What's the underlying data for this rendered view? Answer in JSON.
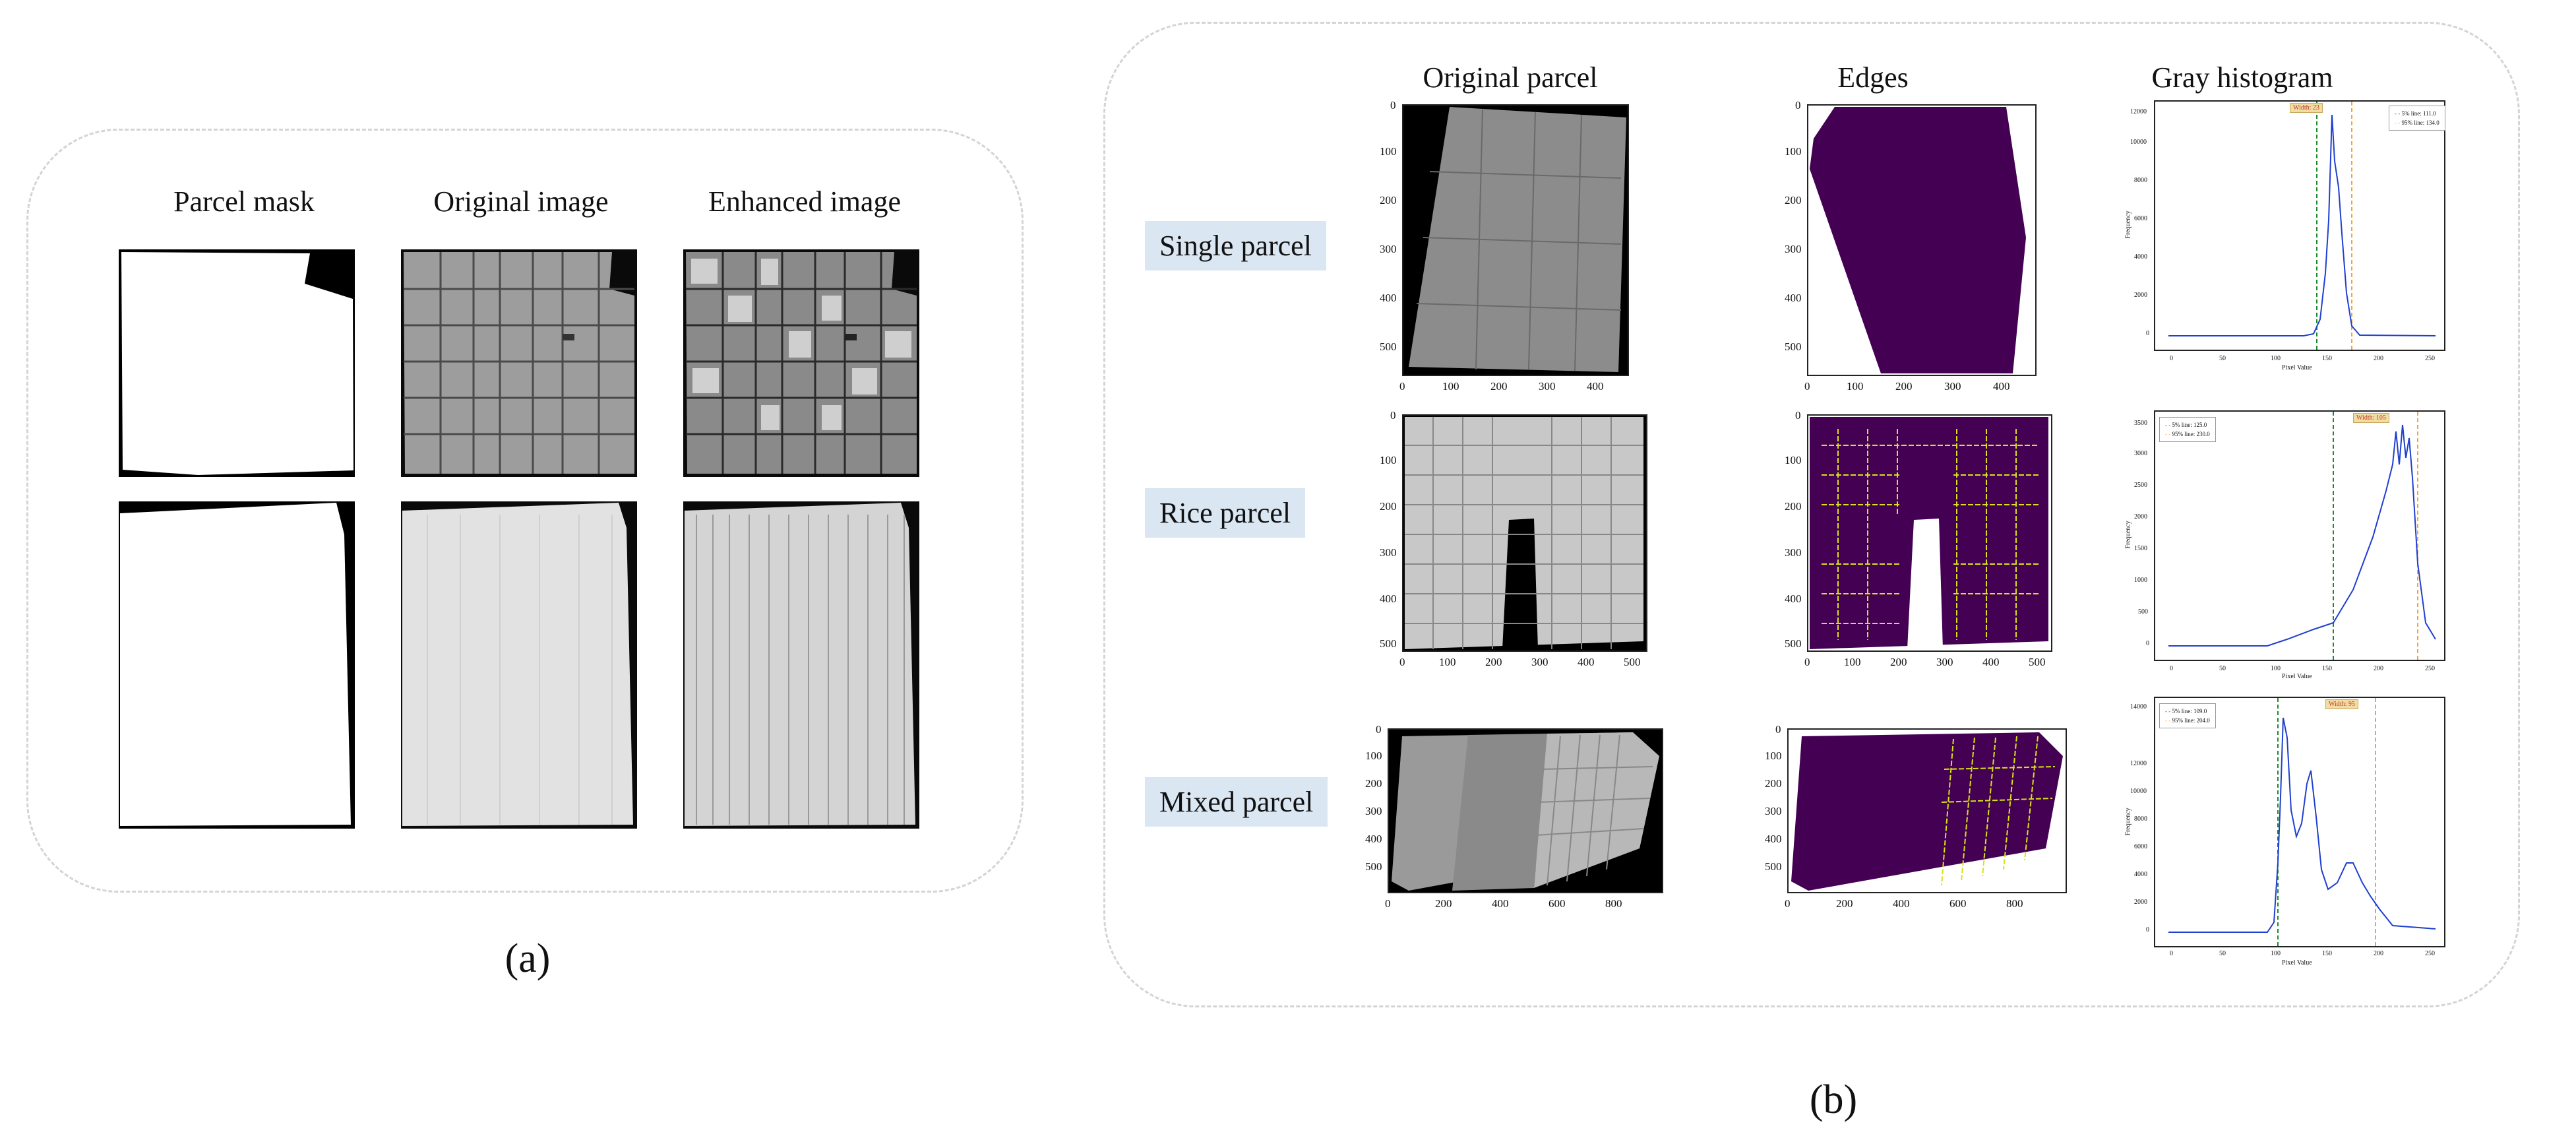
{
  "panel_a": {
    "label": "(a)",
    "col_headers": [
      "Parcel mask",
      "Original image",
      "Enhanced image"
    ]
  },
  "panel_b": {
    "label": "(b)",
    "col_headers": [
      "Original parcel",
      "Edges",
      "Gray histogram"
    ],
    "rows": [
      {
        "label": "Single parcel",
        "orig_xticks": [
          "0",
          "100",
          "200",
          "300",
          "400"
        ],
        "orig_yticks": [
          "0",
          "100",
          "200",
          "300",
          "400",
          "500"
        ],
        "edge_xticks": [
          "0",
          "100",
          "200",
          "300",
          "400"
        ],
        "edge_yticks": [
          "0",
          "100",
          "200",
          "300",
          "400",
          "500"
        ],
        "hist": {
          "legend": [
            "5% line: 111.0",
            "95% line: 134.0"
          ],
          "badge": "Width: 23",
          "xlabel": "Pixel Value",
          "ylabel": "Frequency",
          "xticks": [
            "0",
            "50",
            "100",
            "150",
            "200",
            "250"
          ],
          "yticks": [
            "0",
            "2000",
            "4000",
            "6000",
            "8000",
            "10000",
            "12000"
          ]
        }
      },
      {
        "label": "Rice parcel",
        "orig_xticks": [
          "0",
          "100",
          "200",
          "300",
          "400",
          "500"
        ],
        "orig_yticks": [
          "0",
          "100",
          "200",
          "300",
          "400",
          "500"
        ],
        "edge_xticks": [
          "0",
          "100",
          "200",
          "300",
          "400",
          "500"
        ],
        "edge_yticks": [
          "0",
          "100",
          "200",
          "300",
          "400",
          "500"
        ],
        "hist": {
          "legend": [
            "5% line: 125.0",
            "95% line: 230.0"
          ],
          "badge": "Width: 105",
          "xlabel": "Pixel Value",
          "ylabel": "Frequency",
          "xticks": [
            "0",
            "50",
            "100",
            "150",
            "200",
            "250"
          ],
          "yticks": [
            "0",
            "500",
            "1000",
            "1500",
            "2000",
            "2500",
            "3000",
            "3500"
          ]
        }
      },
      {
        "label": "Mixed parcel",
        "orig_xticks": [
          "0",
          "200",
          "400",
          "600",
          "800"
        ],
        "orig_yticks": [
          "0",
          "100",
          "200",
          "300",
          "400",
          "500"
        ],
        "edge_xticks": [
          "0",
          "200",
          "400",
          "600",
          "800"
        ],
        "edge_yticks": [
          "0",
          "100",
          "200",
          "300",
          "400",
          "500"
        ],
        "hist": {
          "legend": [
            "5% line: 109.0",
            "95% line: 204.0"
          ],
          "badge": "Width: 95",
          "xlabel": "Pixel Value",
          "ylabel": "Frequency",
          "xticks": [
            "0",
            "50",
            "100",
            "150",
            "200",
            "250"
          ],
          "yticks": [
            "0",
            "2000",
            "4000",
            "6000",
            "8000",
            "10000",
            "12000",
            "14000"
          ]
        }
      }
    ]
  },
  "colors": {
    "edge_background": "#440154",
    "edge_lines": "#d8e219",
    "hist_line": "#1f3fcf",
    "line_5pct": "#1a8a2a",
    "line_95pct": "#f5a623",
    "row_label_bg": "#dbe6f3"
  }
}
